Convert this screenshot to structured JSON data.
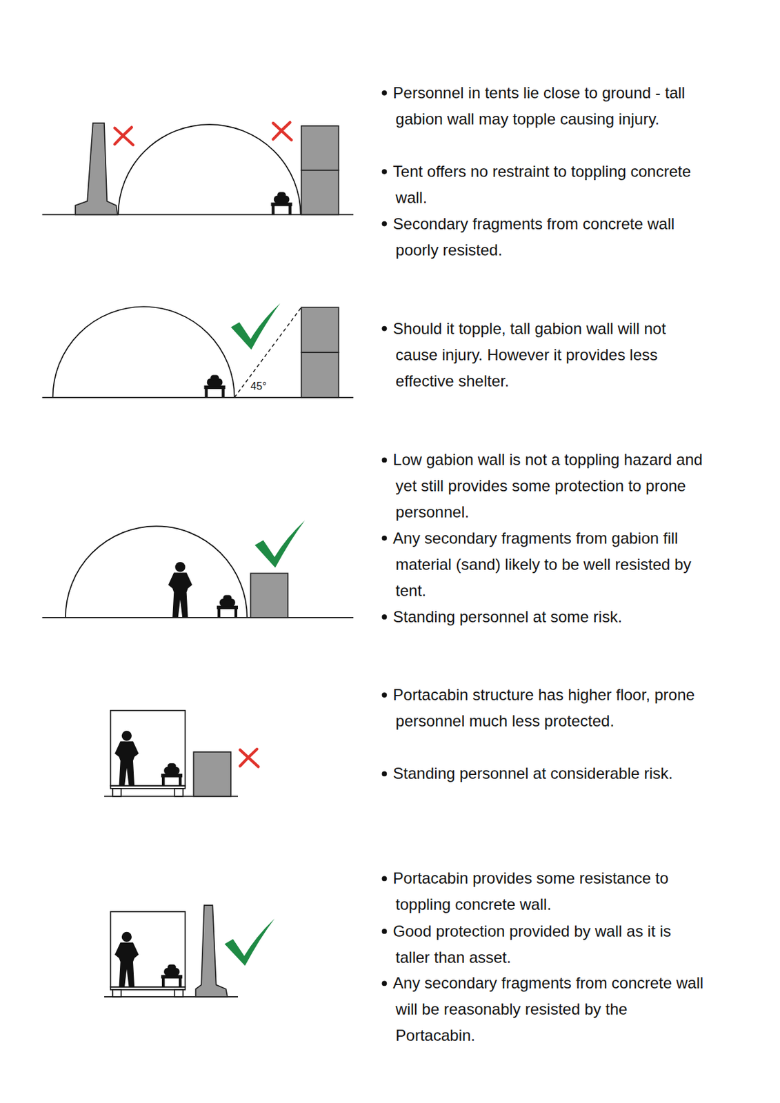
{
  "diagram": {
    "labels": [
      "Personnel in tents lie close to ground - tall gabion wall may topple causing injury.",
      "Tent offers no restraint to toppling concrete wall.",
      "Secondary fragments from concrete wall poorly resisted.",
      "45°",
      "Should it topple, tall gabion wall will not cause injury. However it provides less effective shelter.",
      "Low gabion wall is not a toppling hazard and yet still provides some protection to prone personnel.",
      "Any secondary fragments from gabion fill material (sand) likely to be well resisted by tent.",
      "Standing personnel at some risk.",
      "Portacabin structure has higher floor, prone personnel much less protected.",
      "Standing personnel at considerable risk.",
      "Portacabin provides some resistance to toppling concrete wall.",
      "Good protection provided by wall as it is taller than asset.",
      "Any secondary fragments from concrete wall will be reasonably resisted by the Portacabin."
    ]
  }
}
